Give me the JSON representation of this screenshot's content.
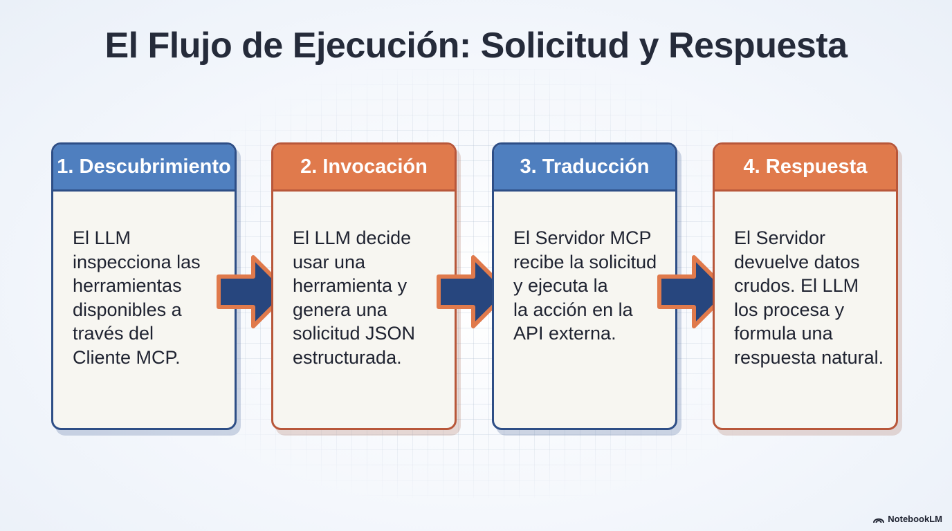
{
  "title": "El Flujo de Ejecución: Solicitud y Respuesta",
  "steps": [
    {
      "heading": "1. Descubrimiento",
      "text": "El LLM\ninspecciona las\nherramientas\ndisponibles a\ntravés del\nCliente MCP.",
      "color": "#4f7fbf"
    },
    {
      "heading": "2. Invocación",
      "text": "El LLM decide\nusar una\nherramienta y\ngenera una\nsolicitud JSON\nestructurada.",
      "color": "#e07a4c"
    },
    {
      "heading": "3. Traducción",
      "text": "El Servidor MCP\nrecibe la solicitud\ny ejecuta la\nla acción en la\nAPI externa.",
      "color": "#4f7fbf"
    },
    {
      "heading": "4. Respuesta",
      "text": "El Servidor\ndevuelve datos\ncrudos. El LLM\nlos procesa y\nformula una\nrespuesta natural.",
      "color": "#e07a4c"
    }
  ],
  "arrow_colors": {
    "fill": "#27467e",
    "outline": "#e07a4c"
  },
  "watermark": {
    "text": "NotebookLM",
    "icon": "notebooklm-logo-icon"
  }
}
